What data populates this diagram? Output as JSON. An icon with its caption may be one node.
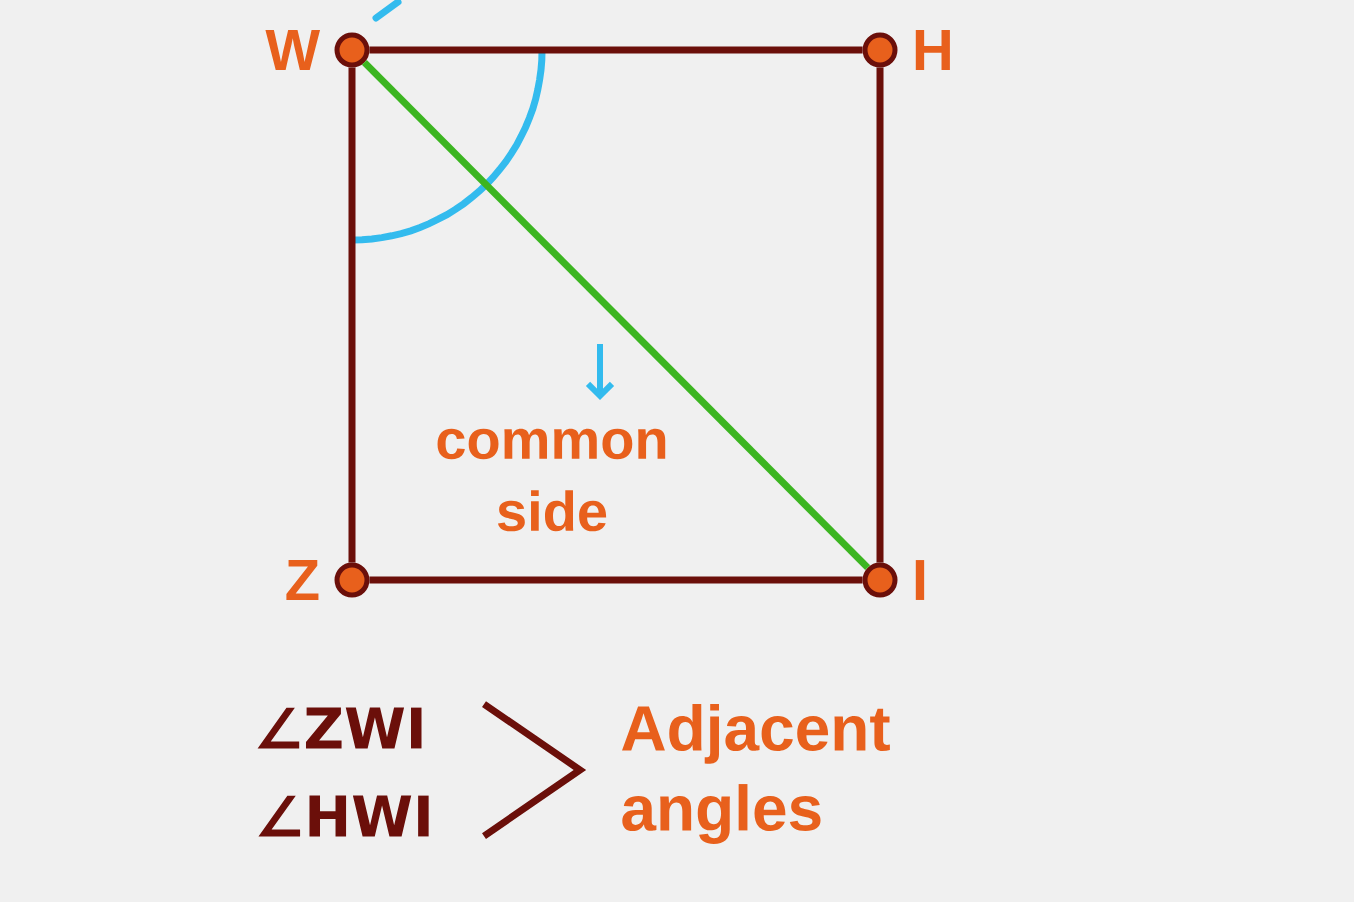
{
  "diagram": {
    "nodes": [
      {
        "text": [
          "W"
        ]
      },
      {
        "text": [
          "H"
        ]
      },
      {
        "text": [
          "Z"
        ]
      },
      {
        "text": [
          "I"
        ]
      }
    ],
    "edges": [
      {
        "from": 0,
        "to": 1,
        "arrow": "none"
      },
      {
        "from": 1,
        "to": 3,
        "arrow": "none"
      },
      {
        "from": 2,
        "to": 3,
        "arrow": "none"
      },
      {
        "from": 0,
        "to": 2,
        "arrow": "none"
      },
      {
        "from": 0,
        "to": 3,
        "arrow": "none",
        "color": "#3cb521"
      }
    ],
    "labels": [
      "common side",
      "∠ZWI",
      "∠HWI",
      "Adjacent angles"
    ]
  }
}
